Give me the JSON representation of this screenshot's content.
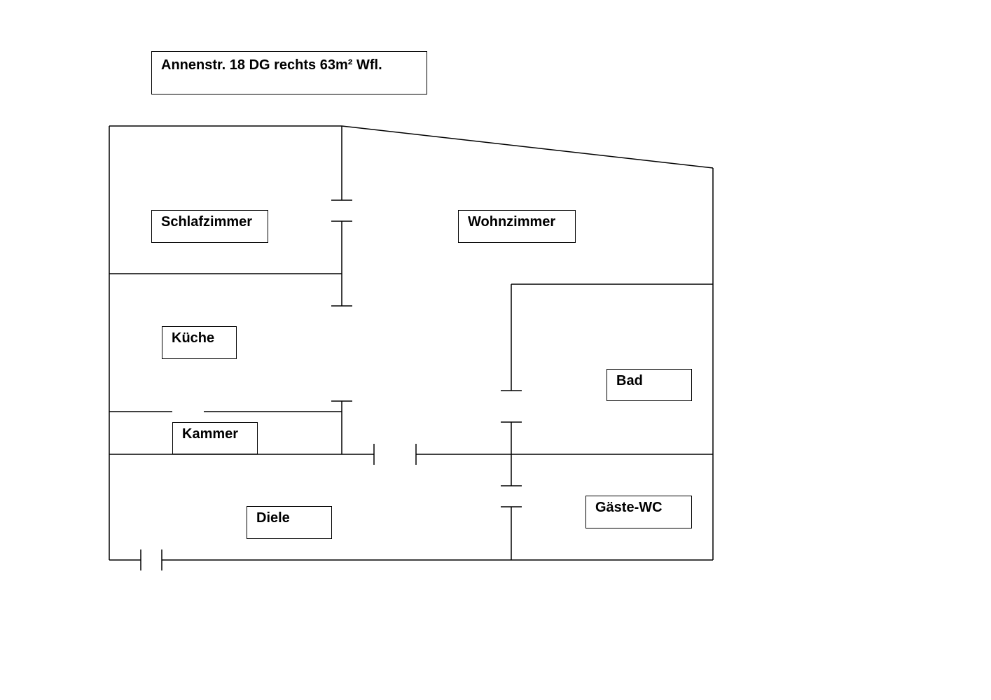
{
  "title": "Annenstr. 18 DG rechts 63m² Wfl.",
  "rooms": {
    "schlafzimmer": "Schlafzimmer",
    "wohnzimmer": "Wohnzimmer",
    "kueche": "Küche",
    "bad": "Bad",
    "kammer": "Kammer",
    "diele": "Diele",
    "gaeste_wc": "Gäste-WC"
  },
  "colors": {
    "line": "#000000",
    "background": "#ffffff"
  }
}
